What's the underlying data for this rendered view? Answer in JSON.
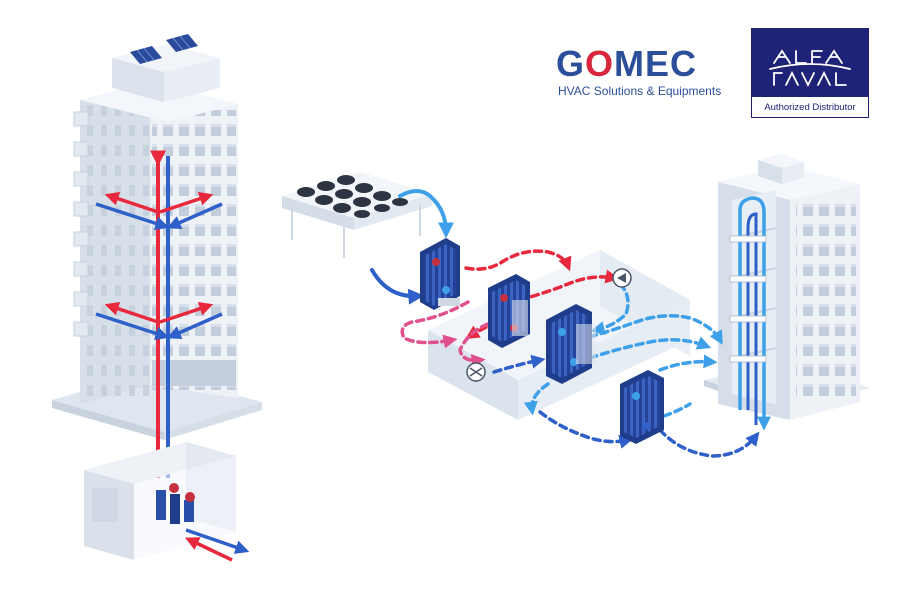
{
  "logos": {
    "gomec": {
      "name_before_o": "G",
      "name_o": "O",
      "name_after_o": "MEC",
      "tagline": "HVAC Solutions & Equipments"
    },
    "alfa_laval": {
      "name_line1": "ALFA",
      "name_line2": "LAVAL",
      "subtitle": "Authorized Distributor"
    }
  },
  "colors": {
    "hot_flow": "#e8283c",
    "cold_flow": "#2f5fc8",
    "chilled_flow": "#3ea0e8",
    "warm_pink_flow": "#e0508c",
    "building_fill": "#e9eef5",
    "building_shade": "#d4dce7",
    "window": "#bcc7d6",
    "exchanger_blue": "#2a4fa8",
    "brand_navy": "#1e2378",
    "brand_blue": "#2c4f9a",
    "brand_red": "#d8263b"
  },
  "icons": {
    "solar": "solar-panel-icon",
    "fan": "fan-icon",
    "heat_exchanger": "plate-heat-exchanger-icon",
    "compressor": "compressor-icon",
    "expansion_valve": "expansion-valve-icon",
    "pump": "pump-icon"
  }
}
